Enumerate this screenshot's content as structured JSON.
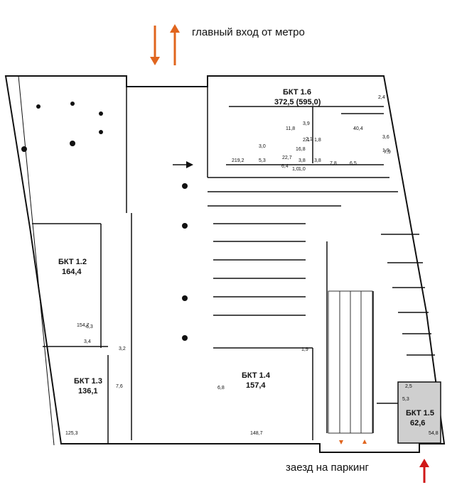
{
  "top_caption": "главный вход от метро",
  "bottom_caption": "заезд на паркинг",
  "units": [
    {
      "name": "БКТ 1.6",
      "area": "372,5 (595,0)"
    },
    {
      "name": "БКТ 1.2",
      "area": "164,4"
    },
    {
      "name": "БКТ 1.3",
      "area": "136,1"
    },
    {
      "name": "БКТ 1.4",
      "area": "157,4"
    },
    {
      "name": "БКТ 1.5",
      "area": "62,6"
    }
  ],
  "room_labels": [
    "2,4",
    "3,9",
    "40,4",
    "11,8",
    "2,1",
    "2,1",
    "1,8",
    "3,6",
    "3,0",
    "16,8",
    "22,7",
    "219,2",
    "5,3",
    "3,8",
    "3,8",
    "7,8",
    "6,5",
    "6,4",
    "1,0",
    "1,0",
    "1,9",
    "7,9",
    "154,7",
    "6,3",
    "3,4",
    "3,2",
    "7,6",
    "125,3",
    "6,8",
    "1,9",
    "148,7",
    "2,5",
    "5,3",
    "54,8"
  ],
  "colors": {
    "arrow_orange": "#e0651e",
    "arrow_red": "#d01818",
    "wall": "#111111",
    "unit_fill": "#cfcfcf"
  }
}
